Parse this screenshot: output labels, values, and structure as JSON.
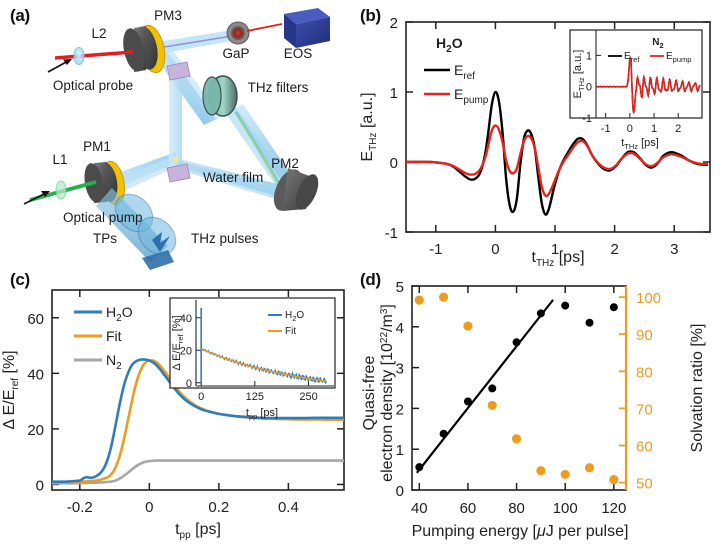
{
  "figure": {
    "panels": [
      "(a)",
      "(b)",
      "(c)",
      "(d)"
    ],
    "background": "#ffffff"
  },
  "panel_a": {
    "label": "(a)",
    "caption": "Experimental setup schematic",
    "components": [
      {
        "name": "PM3",
        "label": "PM3"
      },
      {
        "name": "L2",
        "label": "L2"
      },
      {
        "name": "GaP",
        "label": "GaP"
      },
      {
        "name": "EOS",
        "label": "EOS"
      },
      {
        "name": "optical-probe",
        "label": "Optical probe"
      },
      {
        "name": "thz-filters",
        "label": "THz filters"
      },
      {
        "name": "PM1",
        "label": "PM1"
      },
      {
        "name": "L1",
        "label": "L1"
      },
      {
        "name": "optical-pump",
        "label": "Optical pump"
      },
      {
        "name": "TPs",
        "label": "TPs"
      },
      {
        "name": "water-film",
        "label": "Water film"
      },
      {
        "name": "PM2",
        "label": "PM2"
      },
      {
        "name": "thz-pulses",
        "label": "THz pulses"
      }
    ],
    "colors": {
      "probe_beam": "#E02020",
      "pump_beam": "#23B24B",
      "thz_beam": "#A8D4EE",
      "mirror_body": "#595959",
      "mirror_rim": "#F2C200",
      "eos_box": "#2B3C8F",
      "window": "#C2A8D8"
    }
  },
  "panel_b": {
    "label": "(b)",
    "chart_data": {
      "type": "line",
      "title": "H2O",
      "title_parts": {
        "pre": "H",
        "sub": "2",
        "post": "O"
      },
      "xlabel": "t_THz [ps]",
      "xlabel_parts": {
        "base": "t",
        "sub": "THz",
        "unit": "[ps]"
      },
      "ylabel": "E_THz [a.u.]",
      "ylabel_parts": {
        "base": "E",
        "sub": "THz",
        "unit": "[a.u.]"
      },
      "xlim": [
        -1.5,
        3.6
      ],
      "ylim": [
        -1,
        2
      ],
      "xticks": [
        -1,
        0,
        1,
        2,
        3
      ],
      "yticks": [
        -1,
        0,
        1,
        2
      ],
      "grid": false,
      "legend": [
        {
          "name": "E_ref",
          "base": "E",
          "sub": "ref",
          "color": "#000000"
        },
        {
          "name": "E_pump",
          "base": "E",
          "sub": "pump",
          "color": "#E8221C"
        }
      ],
      "series": [
        {
          "name": "E_ref",
          "color": "#000000",
          "x": [
            -1.5,
            -1.3,
            -1.1,
            -0.95,
            -0.8,
            -0.7,
            -0.6,
            -0.5,
            -0.42,
            -0.34,
            -0.26,
            -0.18,
            -0.12,
            -0.06,
            0.0,
            0.06,
            0.12,
            0.18,
            0.24,
            0.3,
            0.36,
            0.42,
            0.48,
            0.54,
            0.6,
            0.66,
            0.72,
            0.78,
            0.84,
            0.9,
            0.98,
            1.06,
            1.14,
            1.22,
            1.3,
            1.38,
            1.46,
            1.54,
            1.62,
            1.72,
            1.82,
            1.92,
            2.02,
            2.12,
            2.22,
            2.32,
            2.42,
            2.52,
            2.62,
            2.72,
            2.82,
            2.95,
            3.1,
            3.25,
            3.4,
            3.55
          ],
          "y": [
            0.0,
            0.0,
            0.0,
            -0.01,
            -0.03,
            -0.07,
            -0.14,
            -0.21,
            -0.25,
            -0.24,
            -0.16,
            0.08,
            0.42,
            0.82,
            1.0,
            0.86,
            0.42,
            -0.24,
            -0.62,
            -0.71,
            -0.52,
            -0.02,
            0.34,
            0.45,
            0.4,
            0.2,
            -0.22,
            -0.6,
            -0.75,
            -0.66,
            -0.38,
            -0.14,
            0.02,
            0.14,
            0.25,
            0.33,
            0.33,
            0.24,
            0.1,
            -0.02,
            -0.1,
            -0.12,
            -0.06,
            0.05,
            0.14,
            0.14,
            0.06,
            -0.04,
            -0.08,
            -0.02,
            0.09,
            0.14,
            0.1,
            0.02,
            -0.03,
            -0.04
          ]
        },
        {
          "name": "E_pump",
          "color": "#E8221C",
          "x": [
            -1.5,
            -1.3,
            -1.1,
            -0.95,
            -0.8,
            -0.7,
            -0.6,
            -0.5,
            -0.42,
            -0.34,
            -0.26,
            -0.18,
            -0.12,
            -0.06,
            0.0,
            0.06,
            0.12,
            0.18,
            0.24,
            0.3,
            0.36,
            0.42,
            0.48,
            0.54,
            0.6,
            0.66,
            0.72,
            0.78,
            0.84,
            0.9,
            0.98,
            1.06,
            1.14,
            1.22,
            1.3,
            1.38,
            1.46,
            1.54,
            1.62,
            1.72,
            1.82,
            1.92,
            2.02,
            2.12,
            2.22,
            2.32,
            2.42,
            2.52,
            2.62,
            2.72,
            2.82,
            2.95,
            3.1,
            3.25,
            3.4,
            3.55
          ],
          "y": [
            0.0,
            0.0,
            0.0,
            -0.01,
            -0.03,
            -0.06,
            -0.11,
            -0.16,
            -0.18,
            -0.17,
            -0.11,
            0.04,
            0.24,
            0.45,
            0.52,
            0.46,
            0.28,
            0.02,
            -0.13,
            -0.16,
            -0.09,
            0.12,
            0.3,
            0.37,
            0.34,
            0.2,
            -0.08,
            -0.36,
            -0.48,
            -0.45,
            -0.3,
            -0.13,
            0.0,
            0.1,
            0.2,
            0.28,
            0.3,
            0.23,
            0.1,
            -0.01,
            -0.08,
            -0.1,
            -0.05,
            0.05,
            0.12,
            0.12,
            0.05,
            -0.03,
            -0.06,
            -0.01,
            0.07,
            0.11,
            0.08,
            0.02,
            -0.02,
            -0.03
          ]
        }
      ]
    },
    "inset": {
      "title": "N2",
      "title_parts": {
        "pre": "N",
        "sub": "2"
      },
      "xlabel_parts": {
        "base": "t",
        "sub": "THz",
        "unit": "[ps]"
      },
      "ylabel_parts": {
        "base": "E",
        "sub": "THz",
        "unit": "[a.u.]"
      },
      "xlim": [
        -1.4,
        2.9
      ],
      "ylim": [
        -1,
        1.3
      ],
      "xticks": [
        -1,
        0,
        1,
        2
      ],
      "yticks": [
        -1,
        0,
        1
      ],
      "legend": [
        {
          "name": "E_ref",
          "base": "E",
          "sub": "ref",
          "color": "#000000"
        },
        {
          "name": "E_pump",
          "base": "E",
          "sub": "pump",
          "color": "#E8221C"
        }
      ]
    }
  },
  "panel_c": {
    "label": "(c)",
    "chart_data": {
      "type": "line",
      "xlabel_parts": {
        "base": "t",
        "sub": "pp",
        "unit": "[ps]"
      },
      "ylabel_parts": {
        "base": "Δ E/E",
        "sub": "ref",
        "unit": "[%]"
      },
      "xlim": [
        -0.28,
        0.56
      ],
      "ylim": [
        -2,
        70
      ],
      "xticks": [
        -0.2,
        0,
        0.2,
        0.4
      ],
      "yticks": [
        0,
        20,
        40,
        60
      ],
      "grid": false,
      "legend": [
        {
          "name": "H2O",
          "pre": "H",
          "sub": "2",
          "post": "O",
          "color": "#2E7EBB"
        },
        {
          "name": "Fit",
          "pre": "Fit",
          "sub": "",
          "post": "",
          "color": "#ED9B21"
        },
        {
          "name": "N2",
          "pre": "N",
          "sub": "2",
          "post": "",
          "color": "#A6A6A6"
        }
      ],
      "series": [
        {
          "name": "H2O",
          "color": "#2E7EBB",
          "x": [
            -0.28,
            -0.26,
            -0.24,
            -0.22,
            -0.2,
            -0.19,
            -0.18,
            -0.17,
            -0.16,
            -0.15,
            -0.14,
            -0.13,
            -0.12,
            -0.11,
            -0.1,
            -0.09,
            -0.08,
            -0.07,
            -0.06,
            -0.05,
            -0.04,
            -0.03,
            -0.02,
            -0.01,
            0.0,
            0.01,
            0.02,
            0.03,
            0.04,
            0.05,
            0.06,
            0.08,
            0.1,
            0.12,
            0.14,
            0.16,
            0.18,
            0.2,
            0.24,
            0.28,
            0.32,
            0.36,
            0.4,
            0.44,
            0.48,
            0.52,
            0.56
          ],
          "y": [
            1.0,
            1.0,
            1.0,
            1.2,
            1.4,
            2.2,
            2.6,
            2.4,
            2.6,
            3.2,
            4.2,
            6.0,
            9.0,
            13.5,
            19.5,
            26.0,
            32.0,
            37.0,
            40.5,
            43.0,
            44.2,
            44.8,
            45.0,
            44.9,
            44.6,
            44.0,
            43.0,
            41.6,
            40.0,
            38.3,
            36.6,
            33.4,
            30.8,
            29.0,
            27.6,
            26.6,
            26.0,
            25.4,
            24.7,
            24.3,
            24.0,
            23.9,
            23.9,
            23.9,
            24.0,
            24.0,
            24.0
          ]
        },
        {
          "name": "Fit",
          "color": "#ED9B21",
          "x": [
            -0.28,
            -0.26,
            -0.24,
            -0.22,
            -0.2,
            -0.18,
            -0.16,
            -0.14,
            -0.12,
            -0.11,
            -0.1,
            -0.09,
            -0.08,
            -0.07,
            -0.06,
            -0.05,
            -0.04,
            -0.03,
            -0.02,
            -0.01,
            0.0,
            0.01,
            0.02,
            0.03,
            0.04,
            0.05,
            0.06,
            0.08,
            0.1,
            0.12,
            0.14,
            0.16,
            0.18,
            0.2,
            0.24,
            0.28,
            0.32,
            0.36,
            0.4,
            0.44,
            0.48,
            0.52,
            0.56
          ],
          "y": [
            0.8,
            0.8,
            0.8,
            0.9,
            1.0,
            1.1,
            1.3,
            1.7,
            2.6,
            3.6,
            5.4,
            8.4,
            12.6,
            18.0,
            24.0,
            30.0,
            35.4,
            39.6,
            42.4,
            44.0,
            44.7,
            44.6,
            44.0,
            42.9,
            41.4,
            39.7,
            37.9,
            34.4,
            31.6,
            29.5,
            27.9,
            26.8,
            26.0,
            25.4,
            24.6,
            24.1,
            23.8,
            23.6,
            23.5,
            23.4,
            23.4,
            23.3,
            23.3
          ]
        },
        {
          "name": "N2",
          "color": "#A6A6A6",
          "x": [
            -0.28,
            -0.24,
            -0.2,
            -0.16,
            -0.14,
            -0.12,
            -0.1,
            -0.09,
            -0.08,
            -0.07,
            -0.06,
            -0.05,
            -0.04,
            -0.03,
            -0.02,
            -0.01,
            0.0,
            0.02,
            0.04,
            0.08,
            0.14,
            0.2,
            0.3,
            0.4,
            0.5,
            0.56
          ],
          "y": [
            0.4,
            0.4,
            0.5,
            0.6,
            0.7,
            0.9,
            1.3,
            1.8,
            2.5,
            3.4,
            4.4,
            5.4,
            6.4,
            7.2,
            7.8,
            8.2,
            8.4,
            8.6,
            8.6,
            8.6,
            8.6,
            8.6,
            8.6,
            8.6,
            8.6,
            8.6
          ]
        }
      ]
    },
    "inset": {
      "xlabel_parts": {
        "base": "t",
        "sub": "pp",
        "unit": "[ps]"
      },
      "ylabel_parts": {
        "base": "Δ E/E",
        "sub": "ref",
        "unit": "[%]"
      },
      "xlim": [
        -12,
        300
      ],
      "ylim": [
        -2,
        46
      ],
      "xticks": [
        0,
        125,
        250
      ],
      "yticks": [
        0,
        20,
        40
      ],
      "legend": [
        {
          "name": "H2O",
          "pre": "H",
          "sub": "2",
          "post": "O",
          "color": "#2E7EBB"
        },
        {
          "name": "Fit",
          "pre": "Fit",
          "sub": "",
          "post": "",
          "color": "#ED9B21"
        }
      ]
    }
  },
  "panel_d": {
    "label": "(d)",
    "chart_data": {
      "type": "scatter",
      "xlabel": "Pumping energy [μJ per pulse]",
      "xlabel_parts": {
        "text": "Pumping energy [",
        "mu": "μ",
        "tail": "J per pulse]"
      },
      "ylabel_left": "Quasi-free electron density [10^22/m^3]",
      "ylabel_left_parts": {
        "line1": "Quasi-free",
        "line2_pre": "electron density [10",
        "sup": "22",
        "line2_mid": "/m",
        "sup2": "3",
        "line2_post": "]"
      },
      "ylabel_right": "Solvation ratio [%]",
      "xlim": [
        37,
        125
      ],
      "ylim_left": [
        0,
        5
      ],
      "ylim_right": [
        48,
        103
      ],
      "xticks": [
        40,
        60,
        80,
        100,
        120
      ],
      "yticks_left": [
        0,
        1,
        2,
        3,
        4,
        5
      ],
      "yticks_right": [
        50,
        60,
        70,
        80,
        90,
        100
      ],
      "left_axis_color": "#000000",
      "right_axis_color": "#ED9B21",
      "series": [
        {
          "name": "electron-density",
          "axis": "left",
          "color": "#000000",
          "marker": "circle",
          "x": [
            40,
            50,
            60,
            70,
            80,
            90,
            100,
            110,
            120
          ],
          "y": [
            0.56,
            1.38,
            2.17,
            2.49,
            3.62,
            4.33,
            4.52,
            4.1,
            4.48
          ]
        },
        {
          "name": "solvation-ratio",
          "axis": "right",
          "color": "#ED9B21",
          "marker": "circle",
          "x": [
            40,
            50,
            60,
            70,
            80,
            90,
            100,
            110,
            120
          ],
          "y": [
            99.2,
            100.0,
            92.2,
            70.8,
            61.8,
            53.2,
            52.2,
            54.0,
            50.8
          ]
        }
      ],
      "fit_line": {
        "name": "linear-fit",
        "color": "#000000",
        "x": [
          39,
          95
        ],
        "y": [
          0.42,
          4.66
        ]
      }
    }
  }
}
